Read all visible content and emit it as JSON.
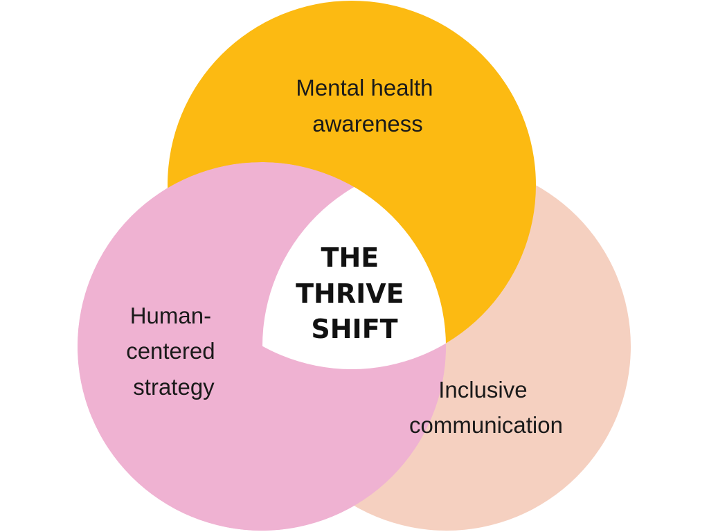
{
  "diagram": {
    "sets": [
      {
        "id": "mental",
        "lines": [
          "Mental health",
          "awareness"
        ],
        "color": "#FCBA12"
      },
      {
        "id": "human",
        "lines": [
          "Human-",
          "centered",
          "strategy"
        ],
        "color": "#EFB2D2"
      },
      {
        "id": "inclusive",
        "lines": [
          "Inclusive",
          "communication"
        ],
        "color": "#F5D0C0"
      }
    ],
    "center": {
      "lines": [
        "THE",
        "THRIVE",
        "SHIFT"
      ],
      "color": "#FFFFFF"
    }
  }
}
